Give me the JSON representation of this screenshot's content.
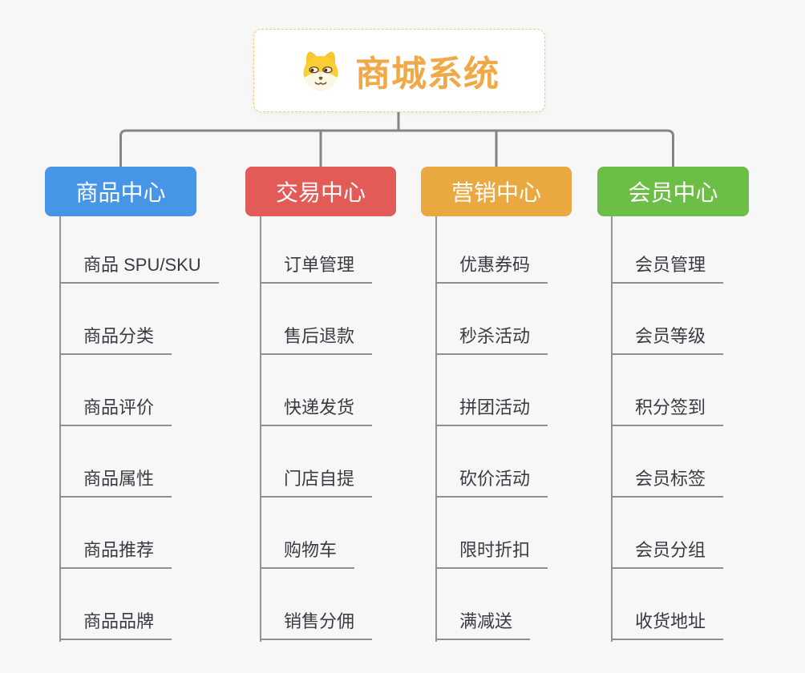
{
  "root": {
    "title": "商城系统",
    "icon": "shiba-dog-icon",
    "text_color": "#F0A946",
    "border_color": "#F2C87E"
  },
  "branches": [
    {
      "label": "商品中心",
      "color": "#4795E6",
      "items": [
        "商品 SPU/SKU",
        "商品分类",
        "商品评价",
        "商品属性",
        "商品推荐",
        "商品品牌"
      ]
    },
    {
      "label": "交易中心",
      "color": "#E25B56",
      "items": [
        "订单管理",
        "售后退款",
        "快递发货",
        "门店自提",
        "购物车",
        "销售分佣"
      ]
    },
    {
      "label": "营销中心",
      "color": "#EAA940",
      "items": [
        "优惠券码",
        "秒杀活动",
        "拼团活动",
        "砍价活动",
        "限时折扣",
        "满减送"
      ]
    },
    {
      "label": "会员中心",
      "color": "#6CBE47",
      "items": [
        "会员管理",
        "会员等级",
        "积分签到",
        "会员标签",
        "会员分组",
        "收货地址"
      ]
    }
  ],
  "colors": {
    "background": "#F7F7F7",
    "connector": "#858585",
    "leaf_line": "#8F8F8F",
    "leaf_text": "#383B40"
  }
}
